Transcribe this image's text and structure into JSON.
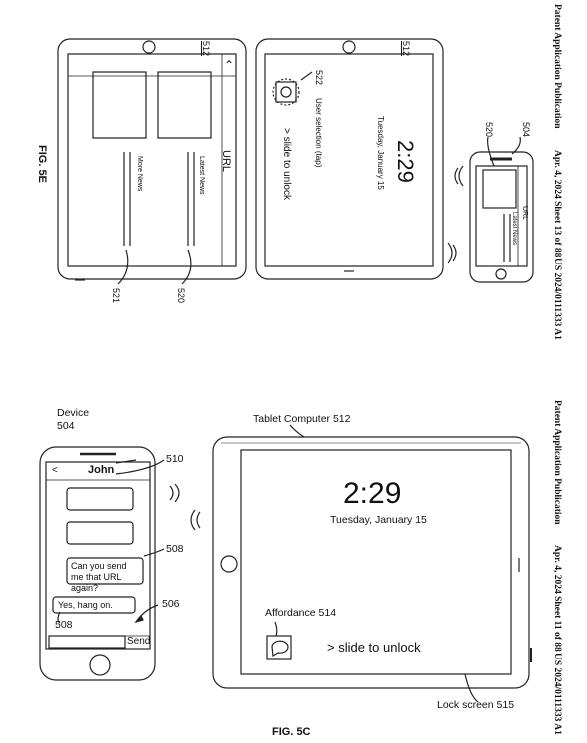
{
  "sheet_top": {
    "header": {
      "publication": "Patent Application Publication",
      "date_sheet": "Apr. 4, 2024   Sheet 13 of 88",
      "number": "US 2024/0111333 A1"
    },
    "figure": "FIG. 5E",
    "left_tablet": {
      "ref": "512",
      "url": "URL",
      "latest_news": "Latest News",
      "more_news": "More News",
      "callouts": [
        "520",
        "521"
      ]
    },
    "mid_tablet": {
      "ref": "512",
      "time": "2:29",
      "date": "Tuesday, January 15",
      "slide": "> slide to unlock",
      "user_selection": "User selection (tap)",
      "ref_522": "522"
    },
    "phone": {
      "ref_504": "504",
      "ref_520": "520",
      "url": "URL",
      "latest_news": "Latest News"
    }
  },
  "sheet_bottom": {
    "header": {
      "publication": "Patent Application Publication",
      "date_sheet": "Apr. 4, 2024   Sheet 11 of 88",
      "number": "US 2024/0111333 A1"
    },
    "figure": "FIG. 5C",
    "device_label": "Device",
    "device_ref": "504",
    "phone": {
      "back": "<",
      "contact": "John",
      "ref_510": "510",
      "message_1": "Can you send me that URL again?",
      "ref_508a": "508",
      "message_2": "Yes, hang on.",
      "ref_508b": "508",
      "ref_506": "506",
      "send": "Send"
    },
    "tablet": {
      "label": "Tablet Computer 512",
      "time": "2:29",
      "date": "Tuesday, January 15",
      "affordance": "Affordance 514",
      "slide": "> slide to unlock",
      "lock_screen": "Lock screen 515"
    }
  }
}
